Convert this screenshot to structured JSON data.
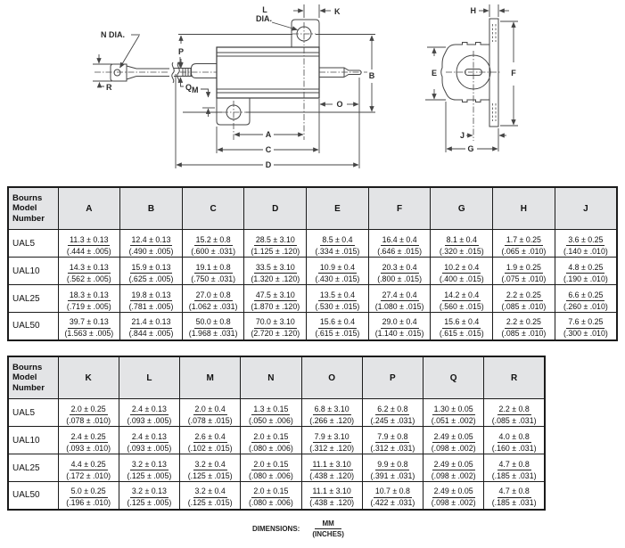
{
  "diagram": {
    "labels": {
      "n_dia": "N DIA.",
      "r": "R",
      "q": "Q",
      "p": "P",
      "m": "M",
      "l": "L",
      "dia": "DIA.",
      "k": "K",
      "a": "A",
      "b": "B",
      "c": "C",
      "d": "D",
      "o": "O",
      "h": "H",
      "e": "E",
      "f": "F",
      "j": "J",
      "g": "G"
    }
  },
  "tables": [
    {
      "corner_header": "Bourns\nModel\nNumber",
      "columns": [
        "A",
        "B",
        "C",
        "D",
        "E",
        "F",
        "G",
        "H",
        "J"
      ],
      "rows": [
        {
          "model": "UAL5",
          "cells": [
            {
              "mm": "11.3 ± 0.13",
              "in": "(.444 ± .005)"
            },
            {
              "mm": "12.4 ± 0.13",
              "in": "(.490 ± .005)"
            },
            {
              "mm": "15.2 ± 0.8",
              "in": "(.600 ± .031)"
            },
            {
              "mm": "28.5 ± 3.10",
              "in": "(1.125 ± .120)"
            },
            {
              "mm": "8.5 ± 0.4",
              "in": "(.334 ± .015)"
            },
            {
              "mm": "16.4 ± 0.4",
              "in": "(.646 ± .015)"
            },
            {
              "mm": "8.1 ± 0.4",
              "in": "(.320 ± .015)"
            },
            {
              "mm": "1.7 ± 0.25",
              "in": "(.065 ± .010)"
            },
            {
              "mm": "3.6 ± 0.25",
              "in": "(.140 ± .010)"
            }
          ]
        },
        {
          "model": "UAL10",
          "cells": [
            {
              "mm": "14.3 ± 0.13",
              "in": "(.562 ± .005)"
            },
            {
              "mm": "15.9 ± 0.13",
              "in": "(.625 ± .005)"
            },
            {
              "mm": "19.1 ± 0.8",
              "in": "(.750 ± .031)"
            },
            {
              "mm": "33.5 ± 3.10",
              "in": "(1.320 ± .120)"
            },
            {
              "mm": "10.9 ± 0.4",
              "in": "(.430 ± .015)"
            },
            {
              "mm": "20.3 ± 0.4",
              "in": "(.800 ± .015)"
            },
            {
              "mm": "10.2 ± 0.4",
              "in": "(.400 ± .015)"
            },
            {
              "mm": "1.9 ± 0.25",
              "in": "(.075 ± .010)"
            },
            {
              "mm": "4.8 ± 0.25",
              "in": "(.190 ± .010)"
            }
          ]
        },
        {
          "model": "UAL25",
          "cells": [
            {
              "mm": "18.3 ± 0.13",
              "in": "(.719 ± .005)"
            },
            {
              "mm": "19.8 ± 0.13",
              "in": "(.781 ± .005)"
            },
            {
              "mm": "27.0 ± 0.8",
              "in": "(1.062 ± .031)"
            },
            {
              "mm": "47.5 ± 3.10",
              "in": "(1.870 ± .120)"
            },
            {
              "mm": "13.5 ± 0.4",
              "in": "(.530 ± .015)"
            },
            {
              "mm": "27.4 ± 0.4",
              "in": "(1.080 ± .015)"
            },
            {
              "mm": "14.2 ± 0.4",
              "in": "(.560 ± .015)"
            },
            {
              "mm": "2.2 ± 0.25",
              "in": "(.085 ± .010)"
            },
            {
              "mm": "6.6 ± 0.25",
              "in": "(.260 ± .010)"
            }
          ]
        },
        {
          "model": "UAL50",
          "cells": [
            {
              "mm": "39.7 ± 0.13",
              "in": "(1.563 ± .005)"
            },
            {
              "mm": "21.4 ± 0.13",
              "in": "(.844 ± .005)"
            },
            {
              "mm": "50.0 ± 0.8",
              "in": "(1.968 ± .031)"
            },
            {
              "mm": "70.0 ± 3.10",
              "in": "(2.720 ± .120)"
            },
            {
              "mm": "15.6 ± 0.4",
              "in": "(.615 ± .015)"
            },
            {
              "mm": "29.0 ± 0.4",
              "in": "(1.140 ± .015)"
            },
            {
              "mm": "15.6 ± 0.4",
              "in": "(.615 ± .015)"
            },
            {
              "mm": "2.2 ± 0.25",
              "in": "(.085 ± .010)"
            },
            {
              "mm": "7.6 ± 0.25",
              "in": "(.300 ± .010)"
            }
          ]
        }
      ]
    },
    {
      "corner_header": "Bourns\nModel\nNumber",
      "columns": [
        "K",
        "L",
        "M",
        "N",
        "O",
        "P",
        "Q",
        "R"
      ],
      "rows": [
        {
          "model": "UAL5",
          "cells": [
            {
              "mm": "2.0 ± 0.25",
              "in": "(.078 ± .010)"
            },
            {
              "mm": "2.4 ± 0.13",
              "in": "(.093 ± .005)"
            },
            {
              "mm": "2.0 ± 0.4",
              "in": "(.078 ± .015)"
            },
            {
              "mm": "1.3 ± 0.15",
              "in": "(.050 ± .006)"
            },
            {
              "mm": "6.8 ± 3.10",
              "in": "(.266 ± .120)"
            },
            {
              "mm": "6.2 ± 0.8",
              "in": "(.245 ± .031)"
            },
            {
              "mm": "1.30 ± 0.05",
              "in": "(.051 ± .002)"
            },
            {
              "mm": "2.2 ± 0.8",
              "in": "(.085 ± .031)"
            }
          ]
        },
        {
          "model": "UAL10",
          "cells": [
            {
              "mm": "2.4 ± 0.25",
              "in": "(.093 ± .010)"
            },
            {
              "mm": "2.4 ± 0.13",
              "in": "(.093 ± .005)"
            },
            {
              "mm": "2.6 ± 0.4",
              "in": "(.102 ± .015)"
            },
            {
              "mm": "2.0 ± 0.15",
              "in": "(.080 ± .006)"
            },
            {
              "mm": "7.9 ± 3.10",
              "in": "(.312 ± .120)"
            },
            {
              "mm": "7.9 ± 0.8",
              "in": "(.312 ± .031)"
            },
            {
              "mm": "2.49 ± 0.05",
              "in": "(.098 ± .002)"
            },
            {
              "mm": "4.0 ± 0.8",
              "in": "(.160 ± .031)"
            }
          ]
        },
        {
          "model": "UAL25",
          "cells": [
            {
              "mm": "4.4 ± 0.25",
              "in": "(.172 ± .010)"
            },
            {
              "mm": "3.2 ± 0.13",
              "in": "(.125 ± .005)"
            },
            {
              "mm": "3.2 ± 0.4",
              "in": "(.125 ± .015)"
            },
            {
              "mm": "2.0 ± 0.15",
              "in": "(.080 ± .006)"
            },
            {
              "mm": "11.1 ± 3.10",
              "in": "(.438 ± .120)"
            },
            {
              "mm": "9.9 ± 0.8",
              "in": "(.391 ± .031)"
            },
            {
              "mm": "2.49 ± 0.05",
              "in": "(.098 ± .002)"
            },
            {
              "mm": "4.7 ± 0.8",
              "in": "(.185 ± .031)"
            }
          ]
        },
        {
          "model": "UAL50",
          "cells": [
            {
              "mm": "5.0 ± 0.25",
              "in": "(.196 ± .010)"
            },
            {
              "mm": "3.2 ± 0.13",
              "in": "(.125 ± .005)"
            },
            {
              "mm": "3.2 ± 0.4",
              "in": "(.125 ± .015)"
            },
            {
              "mm": "2.0 ± 0.15",
              "in": "(.080 ± .006)"
            },
            {
              "mm": "11.1 ± 3.10",
              "in": "(.438 ± .120)"
            },
            {
              "mm": "10.7 ± 0.8",
              "in": "(.422 ± .031)"
            },
            {
              "mm": "2.49 ± 0.05",
              "in": "(.098 ± .002)"
            },
            {
              "mm": "4.7 ± 0.8",
              "in": "(.185 ± .031)"
            }
          ]
        }
      ]
    }
  ],
  "footer": {
    "label": "DIMENSIONS:",
    "unit_mm": "MM",
    "unit_in": "(INCHES)"
  }
}
